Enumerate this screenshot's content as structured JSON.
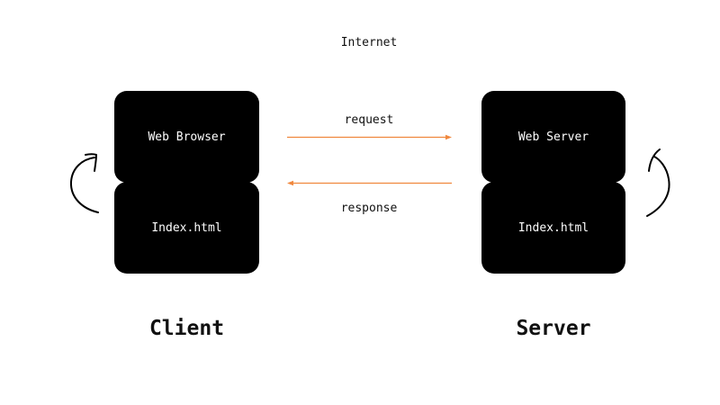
{
  "diagram": {
    "network_label": "Internet",
    "client": {
      "top_box_label": "Web Browser",
      "bottom_box_label": "Index.html",
      "title": "Client"
    },
    "server": {
      "top_box_label": "Web Server",
      "bottom_box_label": "Index.html",
      "title": "Server"
    },
    "request_label": "request",
    "response_label": "response",
    "colors": {
      "arrow": "#f0883e",
      "box": "#000000",
      "box_text": "#ffffff"
    }
  }
}
